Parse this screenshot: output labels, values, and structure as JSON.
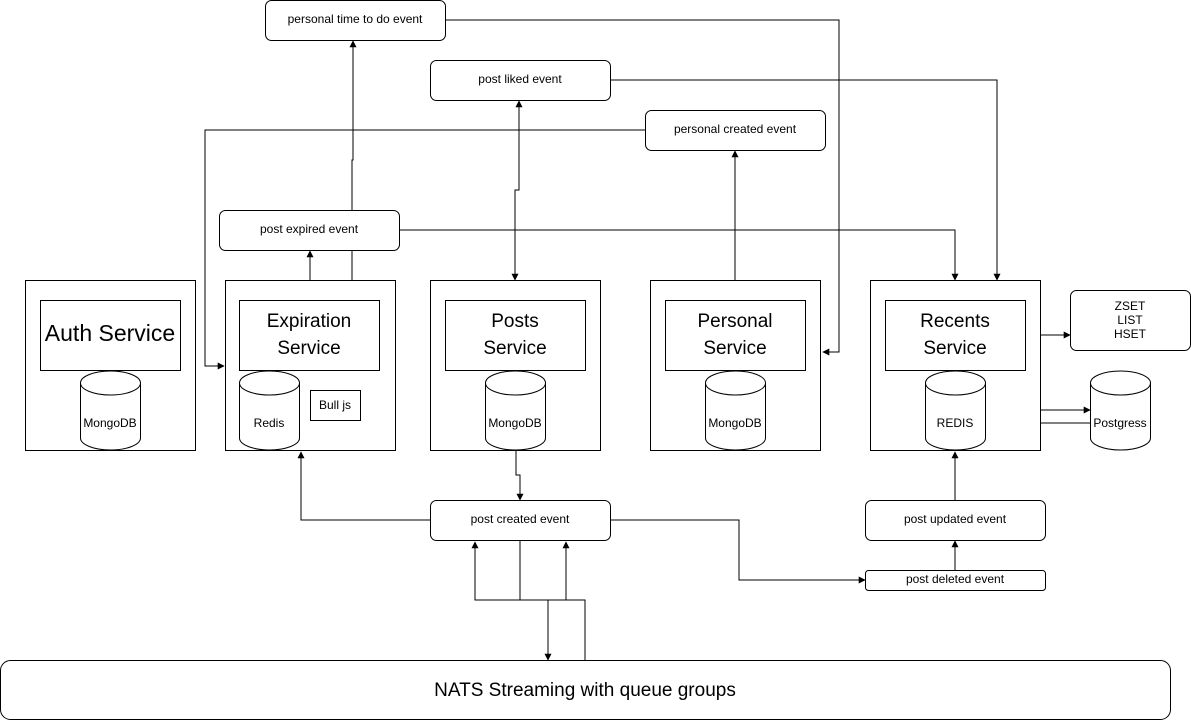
{
  "events": {
    "personal_time_to_do": "personal time to do event",
    "post_liked": "post liked event",
    "personal_created": "personal created event",
    "post_expired": "post expired event",
    "post_created": "post created event",
    "post_updated": "post updated event",
    "post_deleted": "post deleted event"
  },
  "services": {
    "auth": {
      "title": "Auth Service",
      "db": "MongoDB"
    },
    "expiration": {
      "title_line1": "Expiration",
      "title_line2": "Service",
      "db": "Redis",
      "queue": "Bull js"
    },
    "posts": {
      "title_line1": "Posts",
      "title_line2": "Service",
      "db": "MongoDB"
    },
    "personal": {
      "title_line1": "Personal",
      "title_line2": "Service",
      "db": "MongoDB"
    },
    "recents": {
      "title_line1": "Recents",
      "title_line2": "Service",
      "db": "REDIS"
    }
  },
  "redis_structures": {
    "line1": "ZSET",
    "line2": "LIST",
    "line3": "HSET"
  },
  "postgres": "Postgress",
  "nats": "NATS Streaming with queue groups"
}
